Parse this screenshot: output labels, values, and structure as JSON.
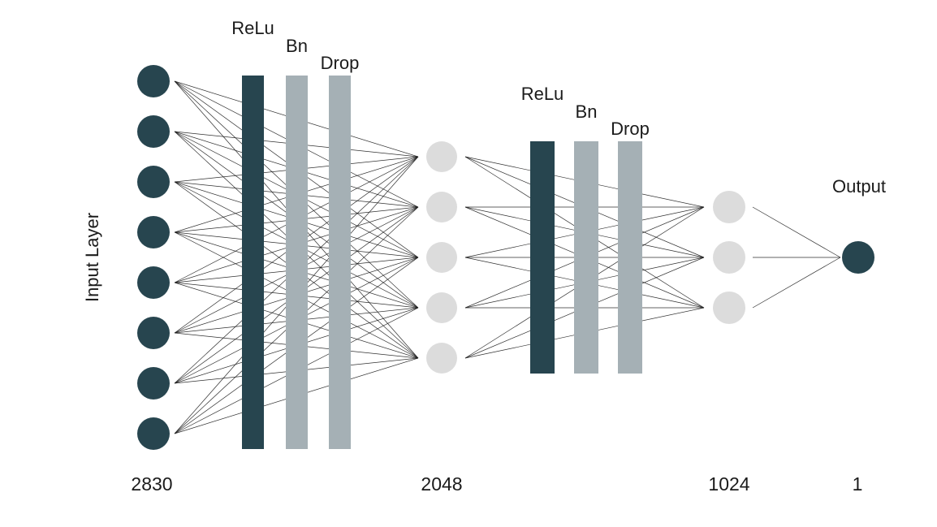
{
  "diagram": {
    "input_layer": {
      "label": "Input Layer",
      "node_count": 8,
      "size_label": "2830"
    },
    "hidden_block_1": {
      "node_count": 5,
      "size_label": "2048",
      "ops": [
        {
          "label": "ReLu",
          "style": "dark"
        },
        {
          "label": "Bn",
          "style": "gray"
        },
        {
          "label": "Drop",
          "style": "gray"
        }
      ]
    },
    "hidden_block_2": {
      "node_count": 3,
      "size_label": "1024",
      "ops": [
        {
          "label": "ReLu",
          "style": "dark"
        },
        {
          "label": "Bn",
          "style": "gray"
        },
        {
          "label": "Drop",
          "style": "gray"
        }
      ]
    },
    "output_layer": {
      "label": "Output",
      "node_count": 1,
      "size_label": "1"
    },
    "colors": {
      "dark": "#27454f",
      "gray_bar": "#a5b0b5",
      "light_node": "#dcdcdc",
      "edge": "#1a1a1a",
      "text": "#1b1b1b",
      "background": "#ffffff"
    }
  }
}
